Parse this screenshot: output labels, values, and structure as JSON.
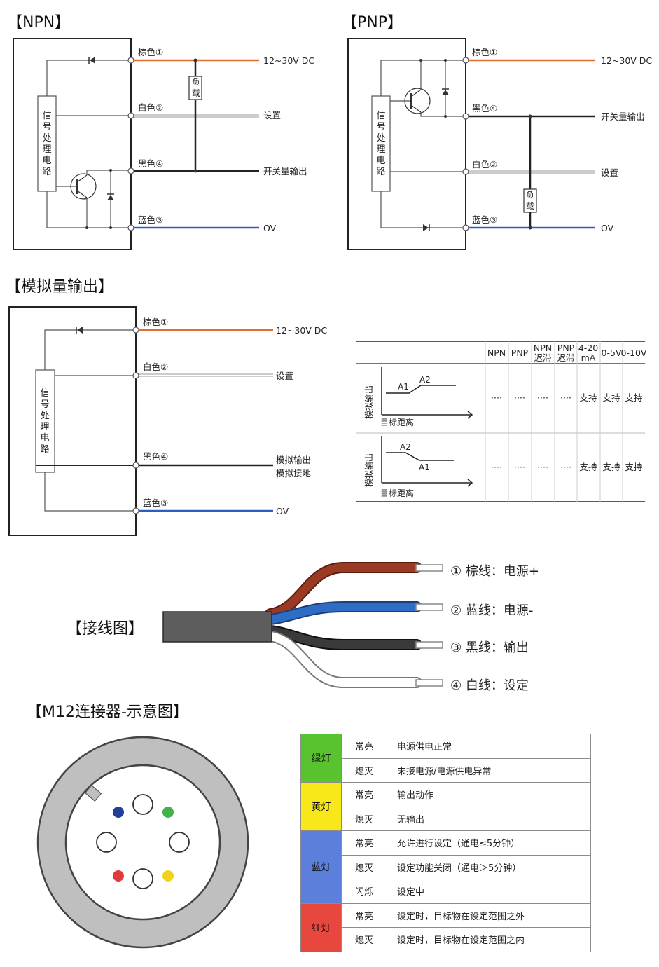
{
  "npn": {
    "title": "【NPN】",
    "box_label": "信号处理电路",
    "wires": {
      "brown": "棕色①",
      "white": "白色②",
      "black": "黑色④",
      "blue": "蓝色③"
    },
    "outputs": {
      "power": "12~30V DC",
      "setting": "设置",
      "switch_out": "开关量输出",
      "zero": "OV"
    },
    "load": "负载"
  },
  "pnp": {
    "title": "【PNP】",
    "box_label": "信号处理电路",
    "wires": {
      "brown": "棕色①",
      "black": "黑色④",
      "white": "白色②",
      "blue": "蓝色③"
    },
    "outputs": {
      "power": "12~30V DC",
      "switch_out": "开关量输出",
      "setting": "设置",
      "zero": "OV"
    },
    "load": "负载"
  },
  "analog": {
    "title": "【模拟量输出】",
    "box_label": "信号处理电路",
    "wires": {
      "brown": "棕色①",
      "white": "白色②",
      "black": "黑色④",
      "blue": "蓝色③"
    },
    "outputs": {
      "power": "12~30V DC",
      "setting": "设置",
      "analog_out": "模拟输出",
      "analog_gnd": "模拟接地",
      "zero": "OV"
    },
    "table": {
      "headers": [
        "NPN",
        "PNP",
        "NPN迟滞",
        "PNP迟滞",
        "4-20mA",
        "0-5V",
        "0-10V"
      ],
      "header_lines": [
        [
          "NPN"
        ],
        [
          "PNP"
        ],
        [
          "NPN",
          "迟滞"
        ],
        [
          "PNP",
          "迟滞"
        ],
        [
          "4-20",
          "mA"
        ],
        [
          "0-5V"
        ],
        [
          "0-10V"
        ]
      ],
      "rows": [
        {
          "graph": {
            "y_label": "模拟输出",
            "x_label": "目标距离",
            "a1": "A1",
            "a2": "A2"
          },
          "cells": [
            "····",
            "····",
            "····",
            "····",
            "支持",
            "支持",
            "支持"
          ]
        },
        {
          "graph": {
            "y_label": "模拟输出",
            "x_label": "目标距离",
            "a1": "A1",
            "a2": "A2"
          },
          "cells": [
            "····",
            "····",
            "····",
            "····",
            "支持",
            "支持",
            "支持"
          ]
        }
      ]
    }
  },
  "wiring": {
    "title": "【接线图】",
    "labels": [
      "① 棕线：电源+",
      "② 蓝线：电源-",
      "③ 黑线：输出",
      "④ 白线：设定"
    ]
  },
  "m12": {
    "title": "【M12连接器-示意图】",
    "legend": [
      {
        "color_name": "绿灯",
        "color": "#58c32e",
        "states": [
          {
            "state": "常亮",
            "desc": "电源供电正常"
          },
          {
            "state": "熄灭",
            "desc": "未接电源/电源供电异常"
          }
        ]
      },
      {
        "color_name": "黄灯",
        "color": "#f8e81a",
        "states": [
          {
            "state": "常亮",
            "desc": "输出动作"
          },
          {
            "state": "熄灭",
            "desc": "无输出"
          }
        ]
      },
      {
        "color_name": "蓝灯",
        "color": "#5b7fdb",
        "states": [
          {
            "state": "常亮",
            "desc": "允许进行设定（通电≤5分钟）"
          },
          {
            "state": "熄灭",
            "desc": "设定功能关闭（通电＞5分钟）"
          },
          {
            "state": "闪烁",
            "desc": "设定中"
          }
        ]
      },
      {
        "color_name": "红灯",
        "color": "#e8473e",
        "states": [
          {
            "state": "常亮",
            "desc": "设定时，目标物在设定范围之外"
          },
          {
            "state": "熄灭",
            "desc": "设定时，目标物在设定范围之内"
          }
        ]
      }
    ]
  },
  "colors": {
    "brown": "#e0702b",
    "blue": "#2a5fbf",
    "black": "#222222",
    "cable_brown": "#9a3a25",
    "cable_blue": "#2f6cc4",
    "cable_black": "#3a3a3a"
  }
}
